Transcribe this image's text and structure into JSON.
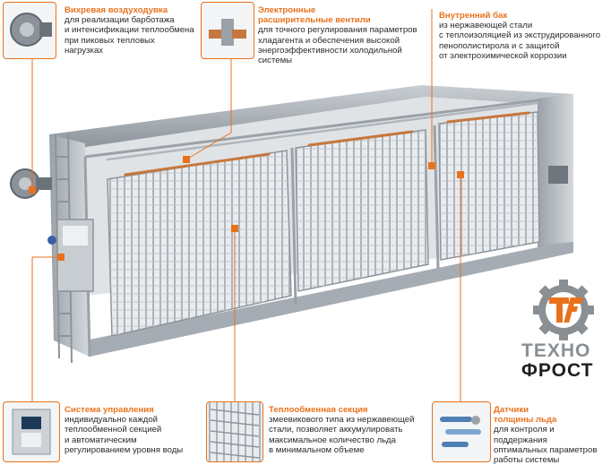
{
  "accent_color": "#e8721c",
  "callouts": {
    "blower": {
      "title": "Вихревая  воздуходувка",
      "text": "для реализации барботажа\nи интенсификации теплообмена\nпри пиковых тепловых\nнагрузках"
    },
    "valves": {
      "title": "Электронные\nрасширительные вентили",
      "text": "для точного регулирования параметров\nхладагента и обеспечения высокой\nэнергоэффективности холодильной\nсистемы"
    },
    "tank": {
      "title": "Внутренний бак",
      "text": "из нержавеющей стали\nс теплоизоляцией из экструдированного\nпенополистирола и с защитой\nот электрохимической коррозии"
    },
    "control": {
      "title": "Система управления",
      "text": "индивидуально каждой\nтеплообменной секцией\nи автоматическим\nрегулированием уровня воды"
    },
    "exchanger": {
      "title": "Теплообменная секция",
      "text": "змеевикового типа из нержавеющей\nстали, позволяет аккумулировать\nмаксимальное количество льда\nв минимальном объеме"
    },
    "sensors": {
      "title": "Датчики\nтолщины льда",
      "text": "для контроля и поддержания\nоптимальных параметров\nработы системы"
    }
  },
  "logo": {
    "line1": "ТЕХНО",
    "line2": "ФРОСТ",
    "icon": "gear-tf-logo-icon",
    "colors": {
      "orange": "#e8721c",
      "gray": "#8a8f94",
      "dark": "#1f1f1f"
    }
  }
}
